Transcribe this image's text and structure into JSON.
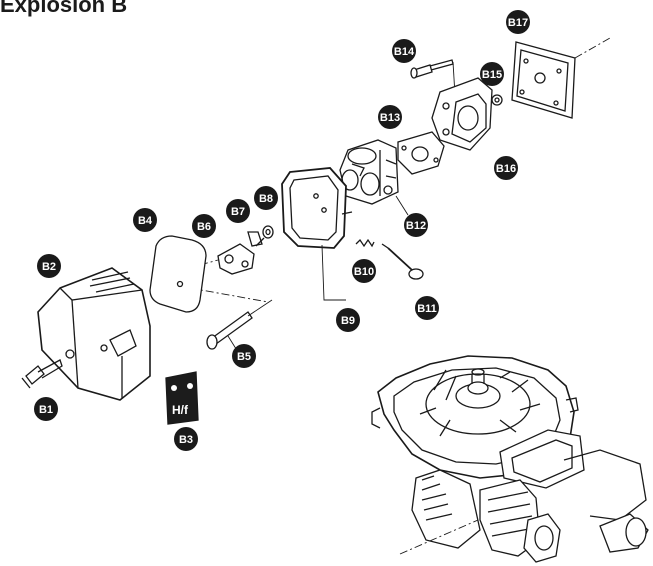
{
  "title": "Explosion B",
  "callouts": [
    "B1",
    "B2",
    "B3",
    "B4",
    "B5",
    "B6",
    "B7",
    "B8",
    "B9",
    "B10",
    "B11",
    "B12",
    "B13",
    "B14",
    "B15",
    "B16",
    "B17"
  ],
  "label_decal_text": "H/f"
}
